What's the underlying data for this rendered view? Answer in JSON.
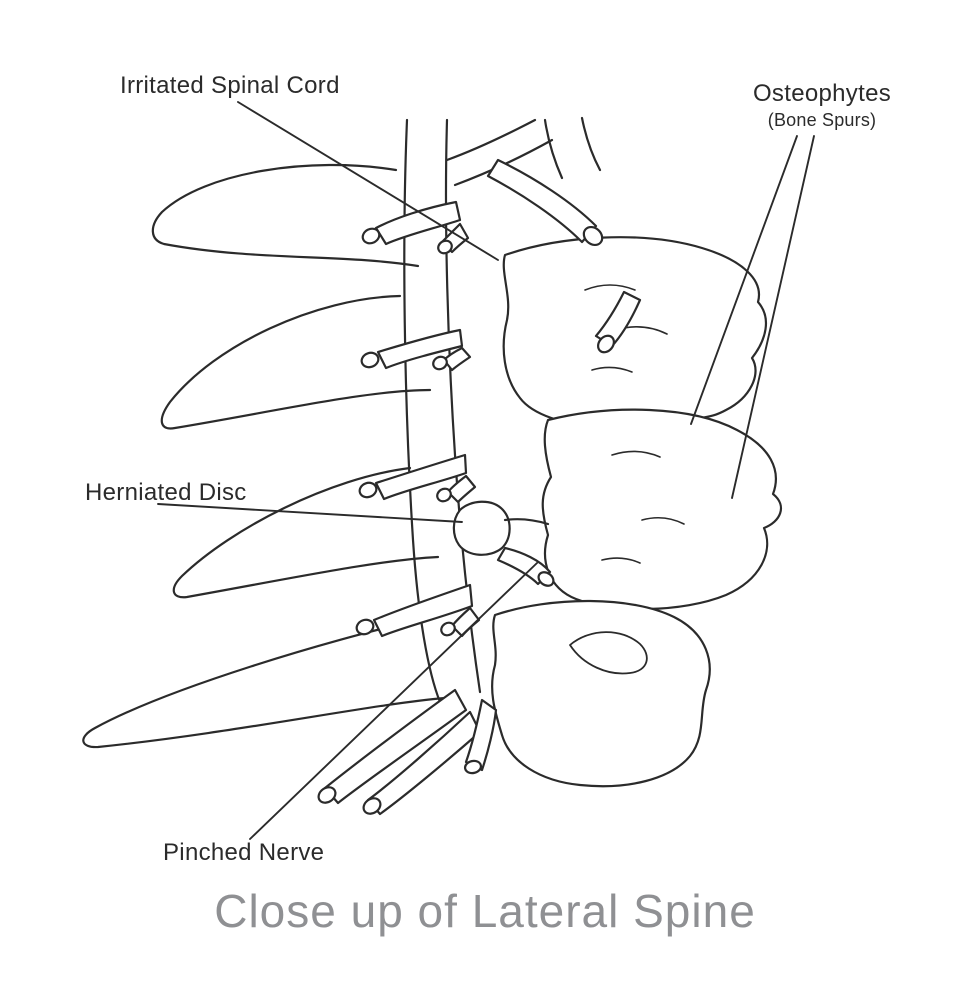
{
  "diagram": {
    "title": "Close up of Lateral Spine",
    "labels": {
      "irritated_spinal_cord": "Irritated Spinal Cord",
      "osteophytes": "Osteophytes",
      "osteophytes_sub": "(Bone Spurs)",
      "herniated_disc": "Herniated Disc",
      "pinched_nerve": "Pinched Nerve"
    },
    "colors": {
      "line_color": "#2b2b2b",
      "title_color": "#8f9093",
      "background": "#ffffff"
    }
  }
}
